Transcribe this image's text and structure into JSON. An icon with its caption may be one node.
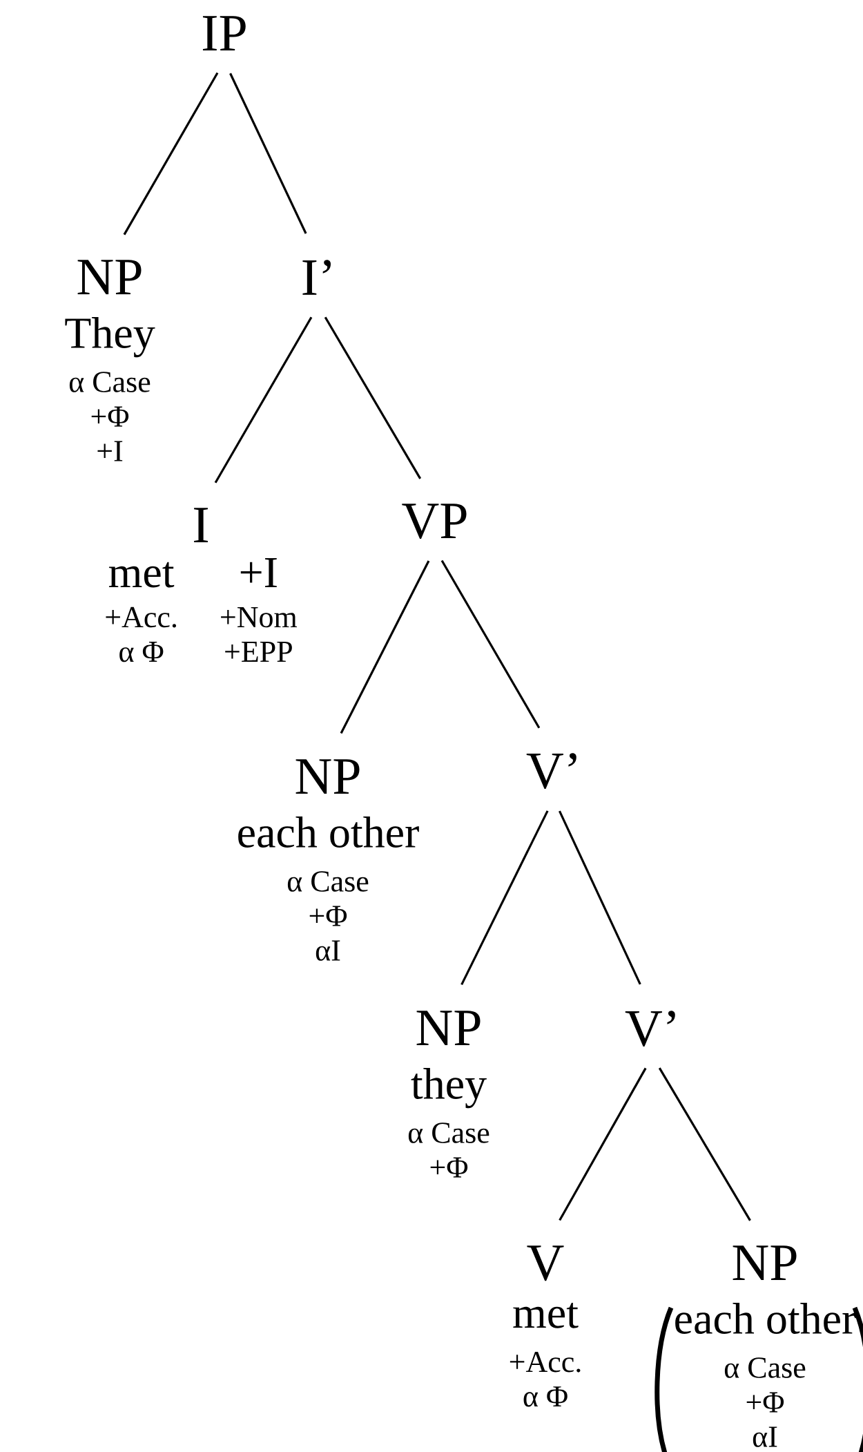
{
  "diagram": {
    "nodes": [
      {
        "text": [
          "IP"
        ]
      },
      {
        "text": [
          "NP",
          "They",
          "α Case",
          "+Φ",
          "+I"
        ]
      },
      {
        "text": [
          "I’"
        ]
      },
      {
        "text": [
          "I",
          "met",
          "+I",
          "+Acc.",
          "+Nom",
          "α Φ",
          "+EPP"
        ]
      },
      {
        "text": [
          "VP"
        ]
      },
      {
        "text": [
          "NP",
          "each other",
          "α Case",
          "+Φ",
          "αI"
        ]
      },
      {
        "text": [
          "V’"
        ]
      },
      {
        "text": [
          "NP",
          "they",
          "α Case",
          "+Φ"
        ]
      },
      {
        "text": [
          "V’"
        ]
      },
      {
        "text": [
          "V",
          "met",
          "+Acc.",
          "α Φ"
        ]
      },
      {
        "text": [
          "NP",
          "each other",
          "α Case",
          "+Φ",
          "αI"
        ]
      }
    ],
    "edges": [
      {
        "from": 0,
        "to": 1,
        "arrow": "none"
      },
      {
        "from": 0,
        "to": 2,
        "arrow": "none"
      },
      {
        "from": 2,
        "to": 3,
        "arrow": "none"
      },
      {
        "from": 2,
        "to": 4,
        "arrow": "none"
      },
      {
        "from": 4,
        "to": 5,
        "arrow": "none"
      },
      {
        "from": 4,
        "to": 6,
        "arrow": "none"
      },
      {
        "from": 6,
        "to": 7,
        "arrow": "none"
      },
      {
        "from": 6,
        "to": 8,
        "arrow": "none"
      },
      {
        "from": 8,
        "to": 9,
        "arrow": "none"
      },
      {
        "from": 8,
        "to": 10,
        "arrow": "none"
      }
    ]
  }
}
